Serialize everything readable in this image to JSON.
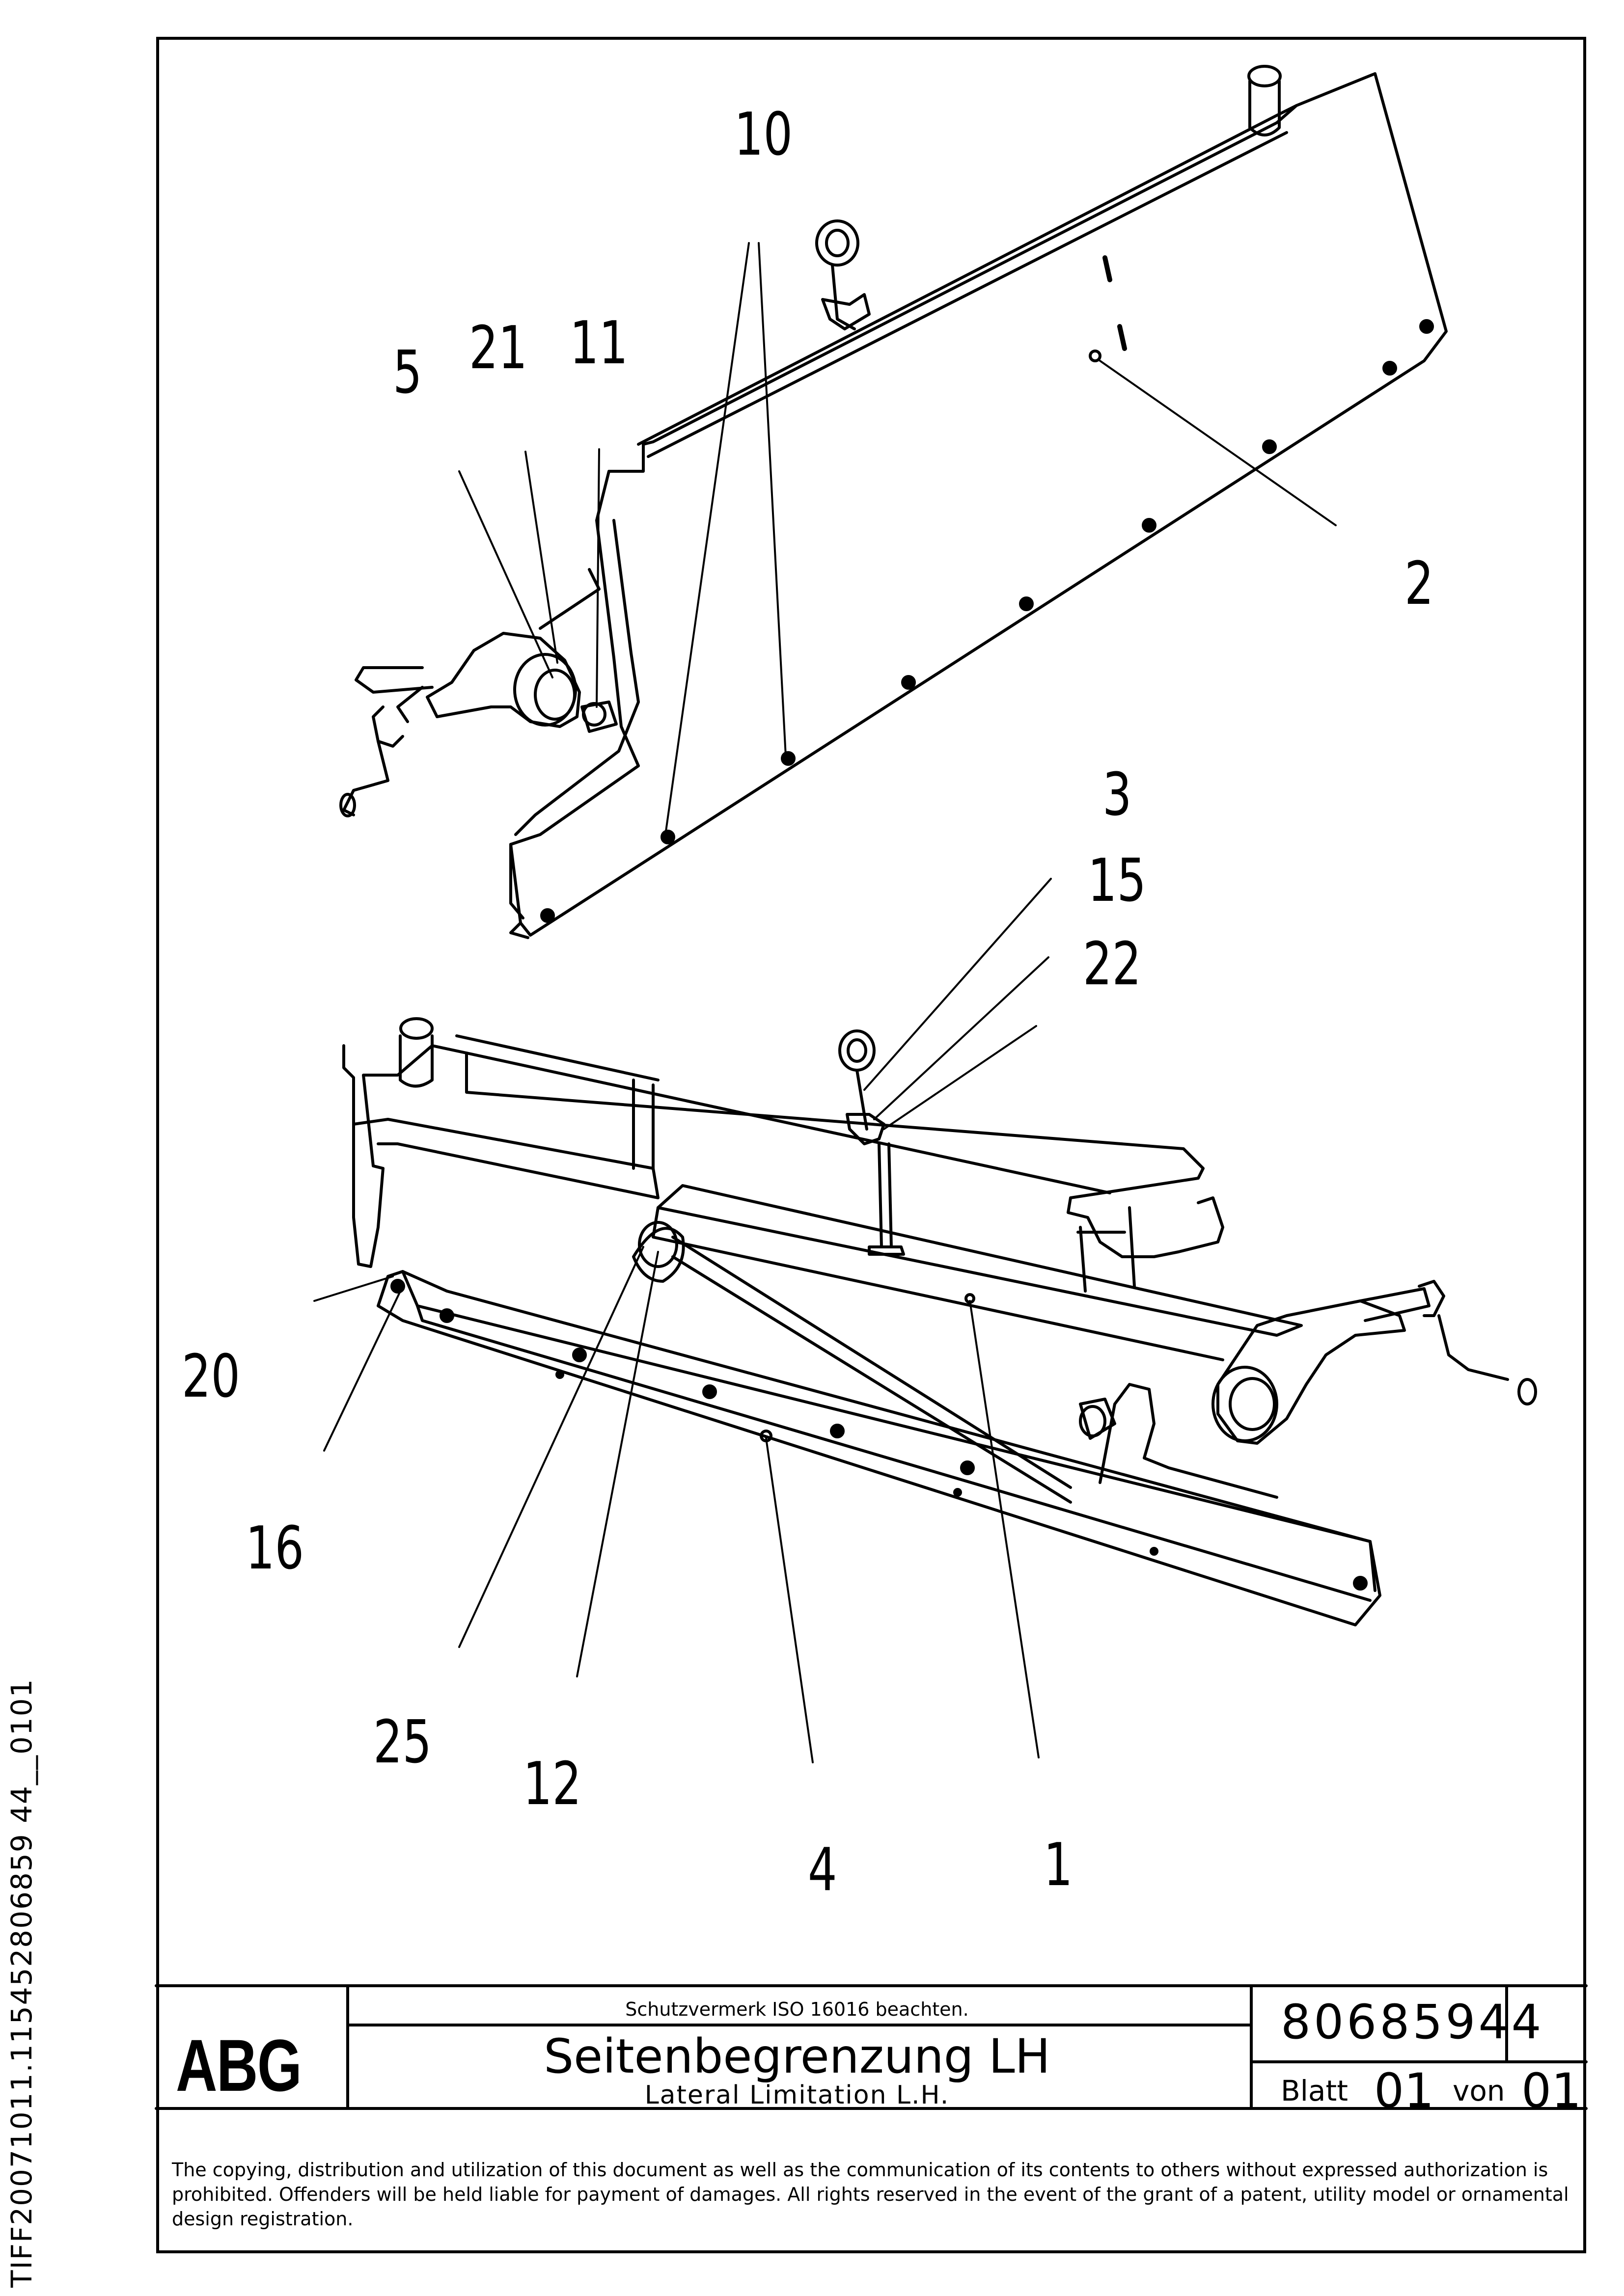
{
  "side_code": "TIFF20071011.115452806859 44__0101",
  "callouts": {
    "c10": "10",
    "c5": "5",
    "c21": "21",
    "c11": "11",
    "c2": "2",
    "c3": "3",
    "c15": "15",
    "c22": "22",
    "c20": "20",
    "c16": "16",
    "c25": "25",
    "c12": "12",
    "c4": "4",
    "c1": "1"
  },
  "title_block": {
    "logo": "ABG",
    "notice": "Schutzvermerk ISO 16016 beachten.",
    "title_de": "Seitenbegrenzung LH",
    "title_en": "Lateral Limitation L.H.",
    "document_number": "80685944",
    "sheet_label": "Blatt",
    "sheet_number": "01",
    "of_label": "von",
    "sheet_total": "01"
  },
  "copyright": "The copying, distribution and utilization of this document as well as the communication of its contents to others without expressed authorization is prohibited. Offenders will be held liable for payment of damages. All rights reserved in the event of the grant of a patent, utility model or ornamental design registration."
}
